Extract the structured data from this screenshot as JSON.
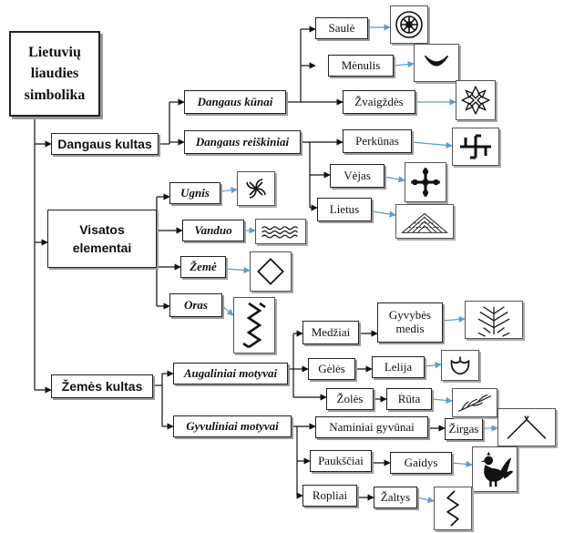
{
  "root": "Lietuvių liaudies simbolika",
  "categories": {
    "dangaus": "Dangaus kultas",
    "visatos": "Visatos elementai",
    "zemes": "Žemės kultas"
  },
  "subcategories": {
    "kunai": "Dangaus kūnai",
    "reiskiniai": "Dangaus reiškiniai",
    "ugnis": "Ugnis",
    "vanduo": "Vanduo",
    "zeme": "Žemė",
    "oras": "Oras",
    "augaliniai": "Augaliniai motyvai",
    "gyvuliniai": "Gyvuliniai motyvai"
  },
  "items": {
    "saule": "Saulė",
    "menulis": "Mėnulis",
    "zvaigzdes": "Žvaigždės",
    "perkunas": "Perkūnas",
    "vejas": "Vėjas",
    "lietus": "Lietus",
    "medziai": "Medžiai",
    "gyvybes_medis": "Gyvybės medis",
    "geles": "Gėlės",
    "lelija": "Lelija",
    "zoles": "Žolės",
    "ruta": "Rūta",
    "naminiai": "Naminiai gyvūnai",
    "zirgas": "Žirgas",
    "paukstiai": "Paukščiai",
    "gaidys": "Gaidys",
    "ropliai": "Ropliai",
    "zaltys": "Žaltys"
  },
  "icons": [
    "sun-symbol-icon",
    "crescent-moon-icon",
    "star-flower-icon",
    "thunder-cross-icon",
    "wind-cross-icon",
    "rain-triangle-icon",
    "fire-whirl-icon",
    "water-waves-icon",
    "earth-rhombus-icon",
    "air-zigzag-icon",
    "tree-of-life-icon",
    "lily-icon",
    "rue-sprig-icon",
    "horse-roof-icon",
    "rooster-icon",
    "snake-zigzag-icon"
  ],
  "colors": {
    "arrow_blue": "#5b9bd5",
    "border": "#222222",
    "shadow": "#9a9a9a"
  }
}
